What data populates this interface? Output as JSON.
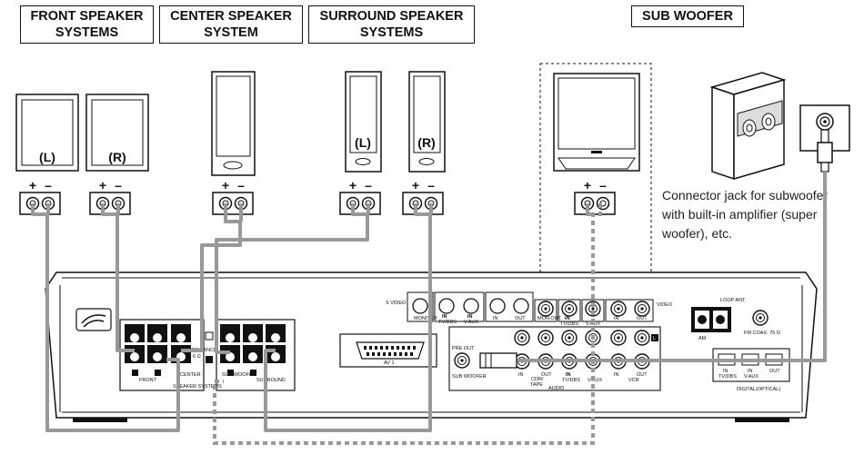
{
  "headers": {
    "front": [
      "FRONT SPEAKER",
      "SYSTEMS"
    ],
    "center": [
      "CENTER SPEAKER",
      "SYSTEM"
    ],
    "surround": [
      "SURROUND SPEAKER",
      "SYSTEMS"
    ],
    "sub": [
      "SUB WOOFER"
    ]
  },
  "speakers": {
    "front_left": "(L)",
    "front_right": "(R)",
    "surround_left": "(L)",
    "surround_right": "(R)"
  },
  "terminals": {
    "plus": "+",
    "minus": "–"
  },
  "note": "Connector jack for subwoofer with built-in amplifier (super woofer), etc.",
  "receiver": {
    "speaker_labels": [
      "FRONT",
      "CENTER",
      "SUB WOOFER",
      "SURROUND",
      "SPEAKER SYSTEMS"
    ],
    "impedance": "IMPEDANCE",
    "impedance_value": "6 Ω",
    "channel_l": "L",
    "channel_r": "R",
    "svideo": "S VIDEO",
    "monitor": "MONITOR",
    "in": "IN",
    "out": "OUT",
    "tvdbs": "TV/DBS",
    "vaux": "V.AUX",
    "vcr": "VCR",
    "mon_out": "MON.OUT",
    "video": "VIDEO",
    "loop_ant": "LOOP ANT.",
    "am": "AM",
    "fm": "FM COAX. 75 Ω",
    "av1": "AV 1",
    "pre_out": "PRE OUT",
    "sub_woofer": "SUB WOOFER",
    "cdr": "CDR/",
    "tape": "TAPE",
    "audio": "AUDIO",
    "digital": "DIGITAL(OPTICAL)",
    "connector_l": "L"
  }
}
